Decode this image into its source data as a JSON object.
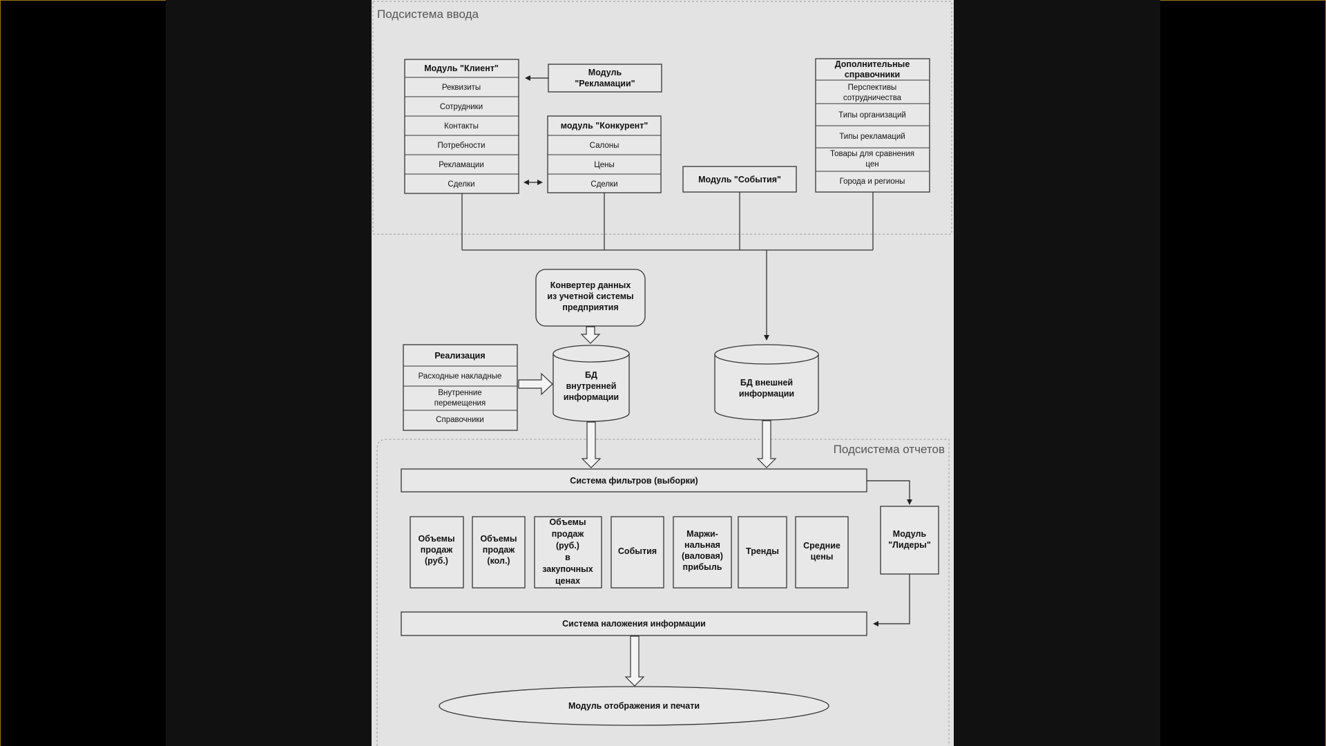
{
  "subsystems": {
    "input": "Подсистема ввода",
    "reports": "Подсистема отчетов"
  },
  "client_module": {
    "title": "Модуль \"Клиент\"",
    "rows": [
      "Реквизиты",
      "Сотрудники",
      "Контакты",
      "Потребности",
      "Рекламации",
      "Сделки"
    ]
  },
  "claims_module": {
    "line1": "Модуль",
    "line2": "\"Рекламации\""
  },
  "competitor_module": {
    "title": "модуль \"Конкурент\"",
    "rows": [
      "Салоны",
      "Цены",
      "Сделки"
    ]
  },
  "events_module": {
    "title": "Модуль \"События\""
  },
  "extra_refs": {
    "title_line1": "Дополнительные",
    "title_line2": "справочники",
    "rows": [
      [
        "Перспективы",
        "сотрудничества"
      ],
      [
        "Типы организаций"
      ],
      [
        "Типы рекламаций"
      ],
      [
        "Товары для сравнения",
        "цен"
      ],
      [
        "Города и регионы"
      ]
    ]
  },
  "converter": {
    "lines": [
      "Конвертер данных",
      "из учетной системы",
      "предприятия"
    ]
  },
  "sales_module": {
    "title": "Реализация",
    "rows": [
      [
        "Расходные накладные"
      ],
      [
        "Внутренние",
        "перемещения"
      ],
      [
        "Справочники"
      ]
    ]
  },
  "db_internal": {
    "lines": [
      "БД",
      "внутренней",
      "информации"
    ]
  },
  "db_external": {
    "lines": [
      "БД внешней",
      "информации"
    ]
  },
  "filter_system": {
    "label": "Система фильтров (выборки)"
  },
  "reports": [
    [
      "Объемы",
      "продаж",
      "(руб.)"
    ],
    [
      "Объемы",
      "продаж",
      "(кол.)"
    ],
    [
      "Объемы",
      "продаж",
      "(руб.)",
      "в",
      "закупочных",
      "ценах"
    ],
    [
      "События"
    ],
    [
      "Маржи-",
      "нальная",
      "(валовая)",
      "прибыль"
    ],
    [
      "Тренды"
    ],
    [
      "Средние",
      "цены"
    ]
  ],
  "leaders_module": {
    "line1": "Модуль",
    "line2": "\"Лидеры\""
  },
  "overlay_system": {
    "label": "Система наложения информации"
  },
  "display_module": {
    "label": "Модуль отображения и печати"
  }
}
